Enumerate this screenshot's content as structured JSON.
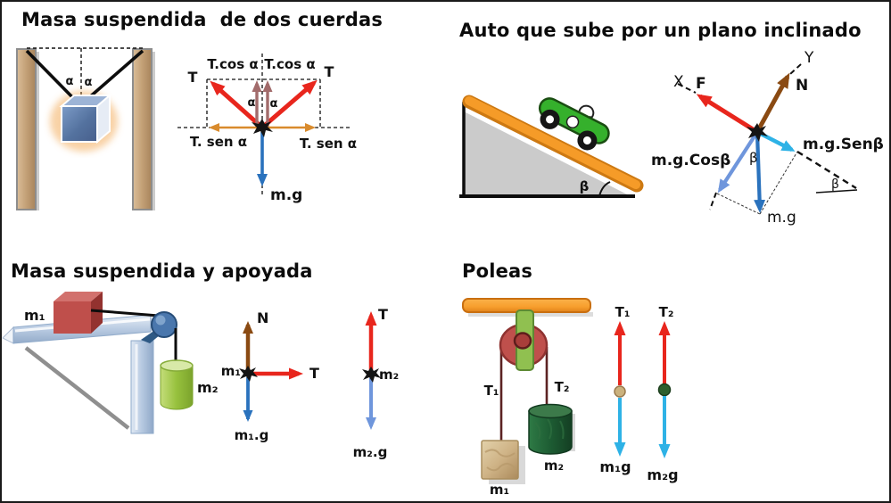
{
  "sections": {
    "two_ropes": {
      "title": "Masa suspendida  de dos cuerdas",
      "labels": {
        "alpha": "α",
        "t": "T",
        "tcos": "T.cos α",
        "tsen": "T. sen α",
        "mg": "m.g"
      }
    },
    "incline": {
      "title": "Auto que sube por un plano inclinado",
      "labels": {
        "x": "X",
        "y": "Y",
        "f": "F",
        "n": "N",
        "mgsen": "m.g.Senβ",
        "mgcos": "m.g.Cosβ",
        "mg": "m.g",
        "beta": "β"
      }
    },
    "supported": {
      "title": "Masa suspendida y apoyada",
      "labels": {
        "m1": "m₁",
        "m2": "m₂",
        "n": "N",
        "t": "T",
        "m1g": "m₁.g",
        "m2g": "m₂.g"
      }
    },
    "pulleys": {
      "title": "Poleas",
      "labels": {
        "t1": "T₁",
        "t2": "T₂",
        "m1": "m₁",
        "m2": "m₂",
        "m1g": "m₁g",
        "m2g": "m₂g"
      }
    }
  },
  "colors": {
    "tension_red": "#e8261d",
    "component_maroon": "#a26b6b",
    "component_orange": "#d98b2d",
    "weight_blue": "#2a72bd",
    "weight_cornflower": "#6f96dc",
    "weight_cyan": "#2eb2e6",
    "normal_brown": "#8a4a12",
    "ramp_orange": "#f59b28",
    "beam_orange": "#f79e2d",
    "car_green": "#35b02c"
  }
}
